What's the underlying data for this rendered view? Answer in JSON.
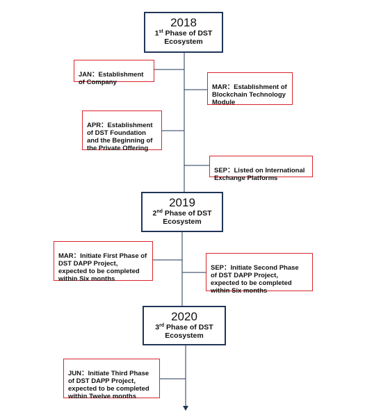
{
  "phases": [
    {
      "year": "2018",
      "ordinal": "1",
      "suffix": "st",
      "phase_text": "Phase of DST",
      "ecosystem": "Ecosystem",
      "events": [
        {
          "text": "JAN：Establishment\nof Company"
        },
        {
          "text": "MAR：Establishment of\nBlockchain Technology\nModule"
        },
        {
          "text": "APR：Establishment\nof DST Foundation\nand the Beginning of\nthe Private Offering"
        },
        {
          "text": "SEP：Listed on International\nExchange Platforms"
        }
      ]
    },
    {
      "year": "2019",
      "ordinal": "2",
      "suffix": "nd",
      "phase_text": "Phase of DST",
      "ecosystem": "Ecosystem",
      "events": [
        {
          "text": "MAR：Initiate First Phase of\nDST DAPP Project,\nexpected to be completed\nwithin Six months"
        },
        {
          "text": "SEP：Initiate Second Phase\nof DST DAPP Project,\nexpected to be completed\nwithin Six months"
        }
      ]
    },
    {
      "year": "2020",
      "ordinal": "3",
      "suffix": "rd",
      "phase_text": "Phase of DST",
      "ecosystem": "Ecosystem",
      "events": [
        {
          "text": "JUN：Initiate Third Phase\nof DST DAPP Project,\nexpected to be completed\nwithin Twelve months"
        }
      ]
    }
  ],
  "colors": {
    "year_border": "#1f3557",
    "event_border": "#d9232a",
    "line": "#1f3557"
  }
}
